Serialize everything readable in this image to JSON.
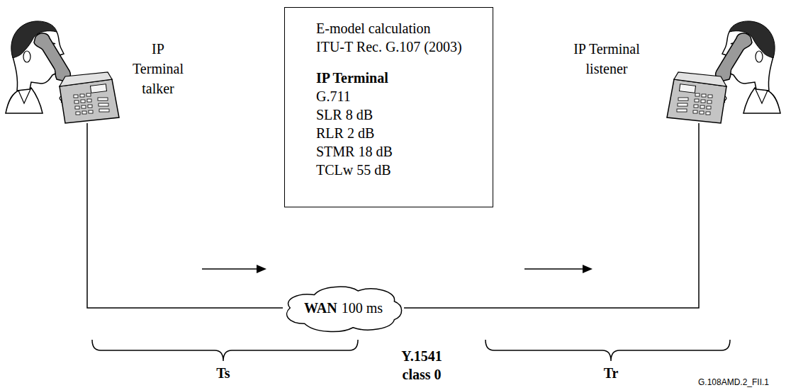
{
  "diagram": {
    "nodes": [
      {
        "text": [
          "IP Terminal talker"
        ]
      },
      {
        "text": [
          "E-model calculation",
          "ITU-T Rec. G.107 (2003)",
          "IP Terminal",
          "G.711",
          "SLR 8 dB",
          "RLR 2 dB",
          "STMR 18 dB",
          "TCLw 55 dB"
        ]
      },
      {
        "text": [
          "WAN",
          "100 ms"
        ]
      },
      {
        "text": [
          "IP Terminal listener"
        ]
      }
    ],
    "edges": [
      {
        "from": 0,
        "to": 2,
        "arrow": "none"
      },
      {
        "from": 2,
        "to": 3,
        "arrow": "none"
      }
    ],
    "labels": [
      "Ts",
      "Y.1541 class 0",
      "Tr",
      "G.108AMD.2_FII.1"
    ]
  }
}
